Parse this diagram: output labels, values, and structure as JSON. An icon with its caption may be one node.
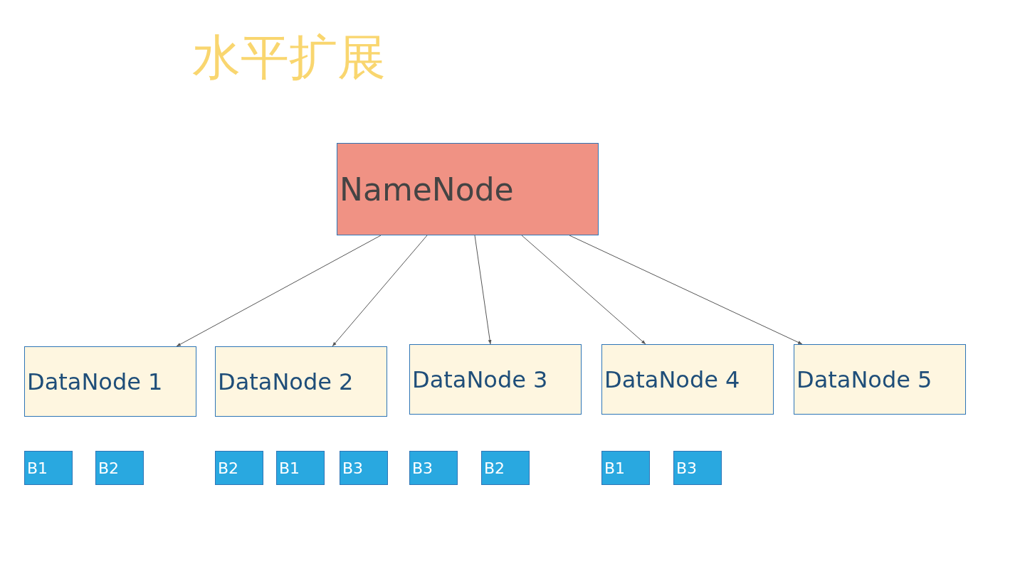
{
  "diagram": {
    "title": "水平扩展",
    "nodes": [
      {
        "text": [
          "NameNode"
        ]
      },
      {
        "text": [
          "DataNode 1"
        ]
      },
      {
        "text": [
          "DataNode 2"
        ]
      },
      {
        "text": [
          "DataNode 3"
        ]
      },
      {
        "text": [
          "DataNode 4"
        ]
      },
      {
        "text": [
          "DataNode 5"
        ]
      },
      {
        "text": [
          "B1"
        ]
      },
      {
        "text": [
          "B2"
        ]
      },
      {
        "text": [
          "B2"
        ]
      },
      {
        "text": [
          "B1"
        ]
      },
      {
        "text": [
          "B3"
        ]
      },
      {
        "text": [
          "B3"
        ]
      },
      {
        "text": [
          "B2"
        ]
      },
      {
        "text": [
          "B1"
        ]
      },
      {
        "text": [
          "B3"
        ]
      }
    ],
    "edges": [
      {
        "from": 0,
        "to": 1,
        "arrow": "to"
      },
      {
        "from": 0,
        "to": 2,
        "arrow": "to"
      },
      {
        "from": 0,
        "to": 3,
        "arrow": "to"
      },
      {
        "from": 0,
        "to": 4,
        "arrow": "to"
      },
      {
        "from": 0,
        "to": 5,
        "arrow": "to"
      }
    ]
  }
}
